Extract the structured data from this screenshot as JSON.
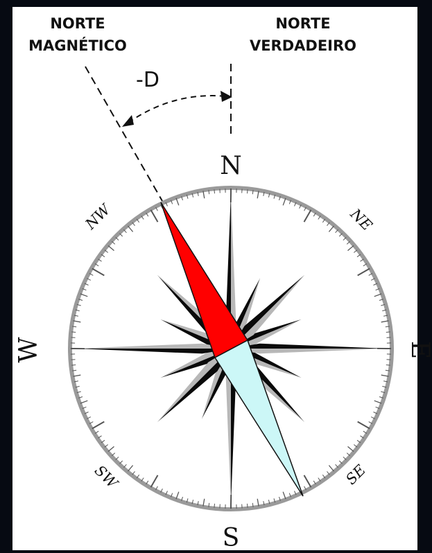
{
  "labels": {
    "magnetic_north_line1": "NORTE",
    "magnetic_north_line2": "MAGNÉTICO",
    "true_north_line1": "NORTE",
    "true_north_line2": "VERDADEIRO",
    "declination": "-D"
  },
  "compass": {
    "north": "N",
    "south": "S",
    "east": "E",
    "west": "W",
    "northeast": "NE",
    "northwest": "NW",
    "southeast": "SE",
    "southwest": "SW"
  },
  "colors": {
    "background": "#060a12",
    "panel": "#ffffff",
    "needle_north": "#ff0000",
    "needle_south": "#ccf7f7",
    "rose_dark": "#0a0a0a",
    "rose_light": "#b8b8b8",
    "rose_mid": "#6a6a6a",
    "ring": "#9a9a9a"
  }
}
